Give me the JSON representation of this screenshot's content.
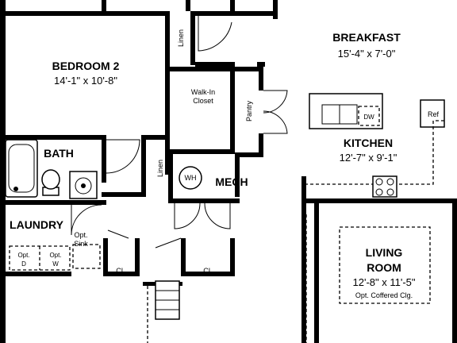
{
  "rooms": {
    "breakfast": {
      "name": "BREAKFAST",
      "dims": "15'-4\" x 7'-0\""
    },
    "bedroom2": {
      "name": "BEDROOM 2",
      "dims": "14'-1\" x 10'-8\""
    },
    "kitchen": {
      "name": "KITCHEN",
      "dims": "12'-7\" x 9'-1\""
    },
    "living": {
      "name_line1": "LIVING",
      "name_line2": "ROOM",
      "dims": "12'-8\" x 11'-5\"",
      "note": "Opt. Coffered Clg."
    },
    "bath": {
      "name": "BATH"
    },
    "laundry": {
      "name": "LAUNDRY"
    },
    "mech": {
      "name": "MECH"
    }
  },
  "labels": {
    "linen_top": "Linen",
    "linen_mid": "Linen",
    "walkin_line1": "Walk-In",
    "walkin_line2": "Closet",
    "pantry": "Pantry",
    "ref": "Ref",
    "dw": "DW",
    "wh": "WH",
    "opt_sink_line1": "Opt.",
    "opt_sink_line2": "Sink",
    "opt_d_line1": "Opt.",
    "opt_d_line2": "D",
    "opt_w_line1": "Opt.",
    "opt_w_line2": "W",
    "cl_left": "CL",
    "cl_right": "CL"
  }
}
